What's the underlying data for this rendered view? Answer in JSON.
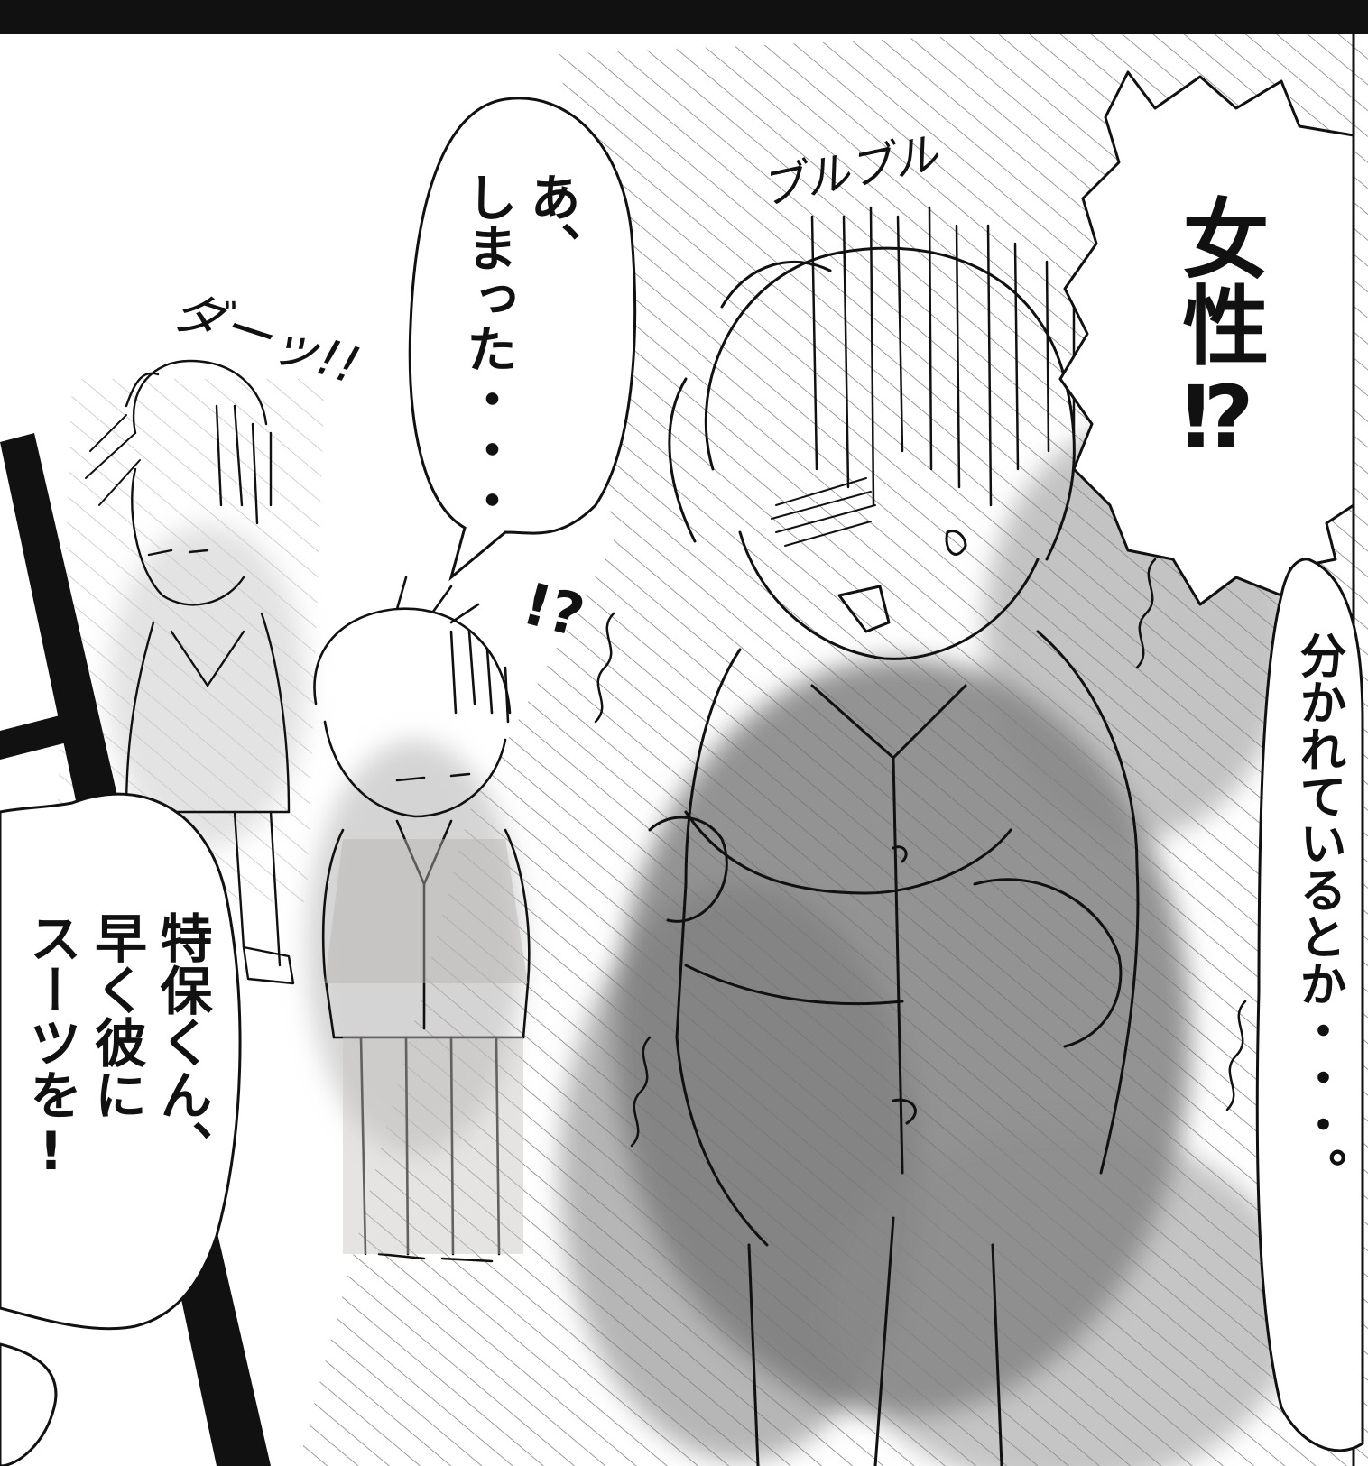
{
  "panel": {
    "colors": {
      "ink": "#111111",
      "paper": "#ffffff",
      "tone": "#8a8a8a",
      "tone_dark": "#555555"
    }
  },
  "dialogue": {
    "shock_bubble": "女性⁉",
    "shimatta_bubble": "あ、\nしまった・・・",
    "wakarete_bubble": "分かれているとか・・・。",
    "tokuho_bubble": "特保くん、\n早く彼に\nスーツを!"
  },
  "sfx": {
    "buruburu": "ブルブル",
    "daa": "ダーッ!!",
    "surprise": "!?"
  }
}
